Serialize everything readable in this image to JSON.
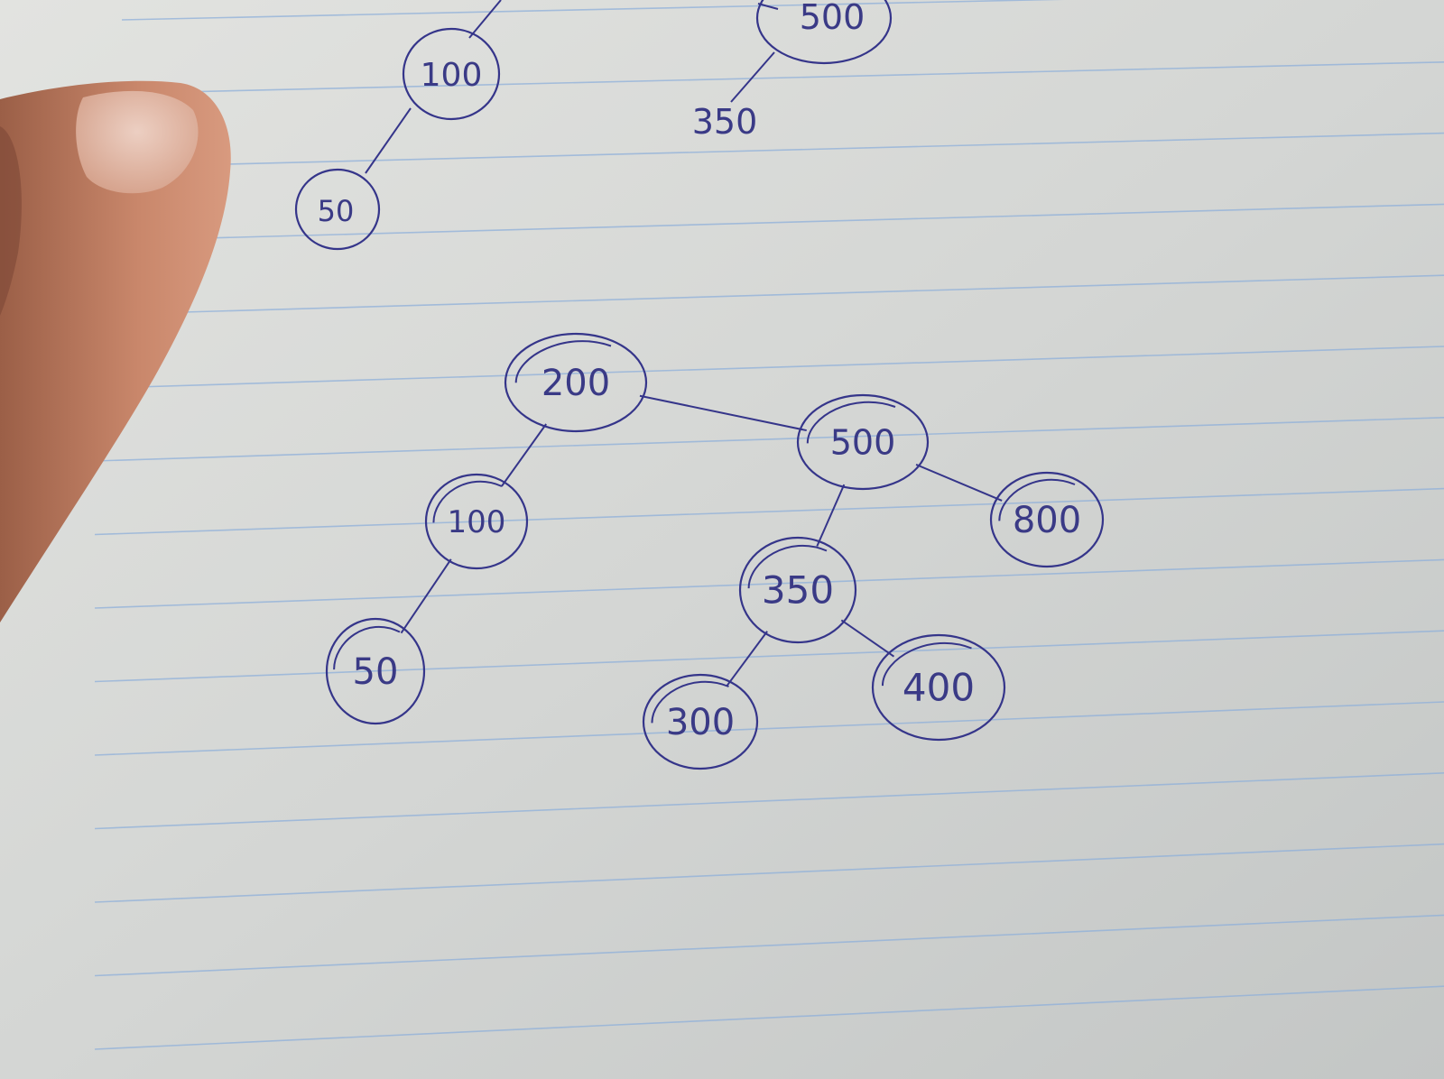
{
  "colors": {
    "paper": "#d6d8d6",
    "paper_shadow": "#b9bcbb",
    "rule_line": "#8fb0da",
    "ink": "#35358a",
    "skin": "#c8876a"
  },
  "top_diagram": {
    "nodes": [
      {
        "id": "t100",
        "label": "100"
      },
      {
        "id": "t50",
        "label": "50"
      },
      {
        "id": "t500",
        "label": "500"
      },
      {
        "id": "t350",
        "label": "350"
      }
    ]
  },
  "tree": {
    "nodes": [
      {
        "id": "n200",
        "label": "200"
      },
      {
        "id": "n100",
        "label": "100"
      },
      {
        "id": "n50",
        "label": "50"
      },
      {
        "id": "n500",
        "label": "500"
      },
      {
        "id": "n350",
        "label": "350"
      },
      {
        "id": "n800",
        "label": "800"
      },
      {
        "id": "n300",
        "label": "300"
      },
      {
        "id": "n400",
        "label": "400"
      }
    ],
    "edges": [
      [
        "n200",
        "n100"
      ],
      [
        "n100",
        "n50"
      ],
      [
        "n200",
        "n500"
      ],
      [
        "n500",
        "n350"
      ],
      [
        "n500",
        "n800"
      ],
      [
        "n350",
        "n300"
      ],
      [
        "n350",
        "n400"
      ]
    ]
  }
}
